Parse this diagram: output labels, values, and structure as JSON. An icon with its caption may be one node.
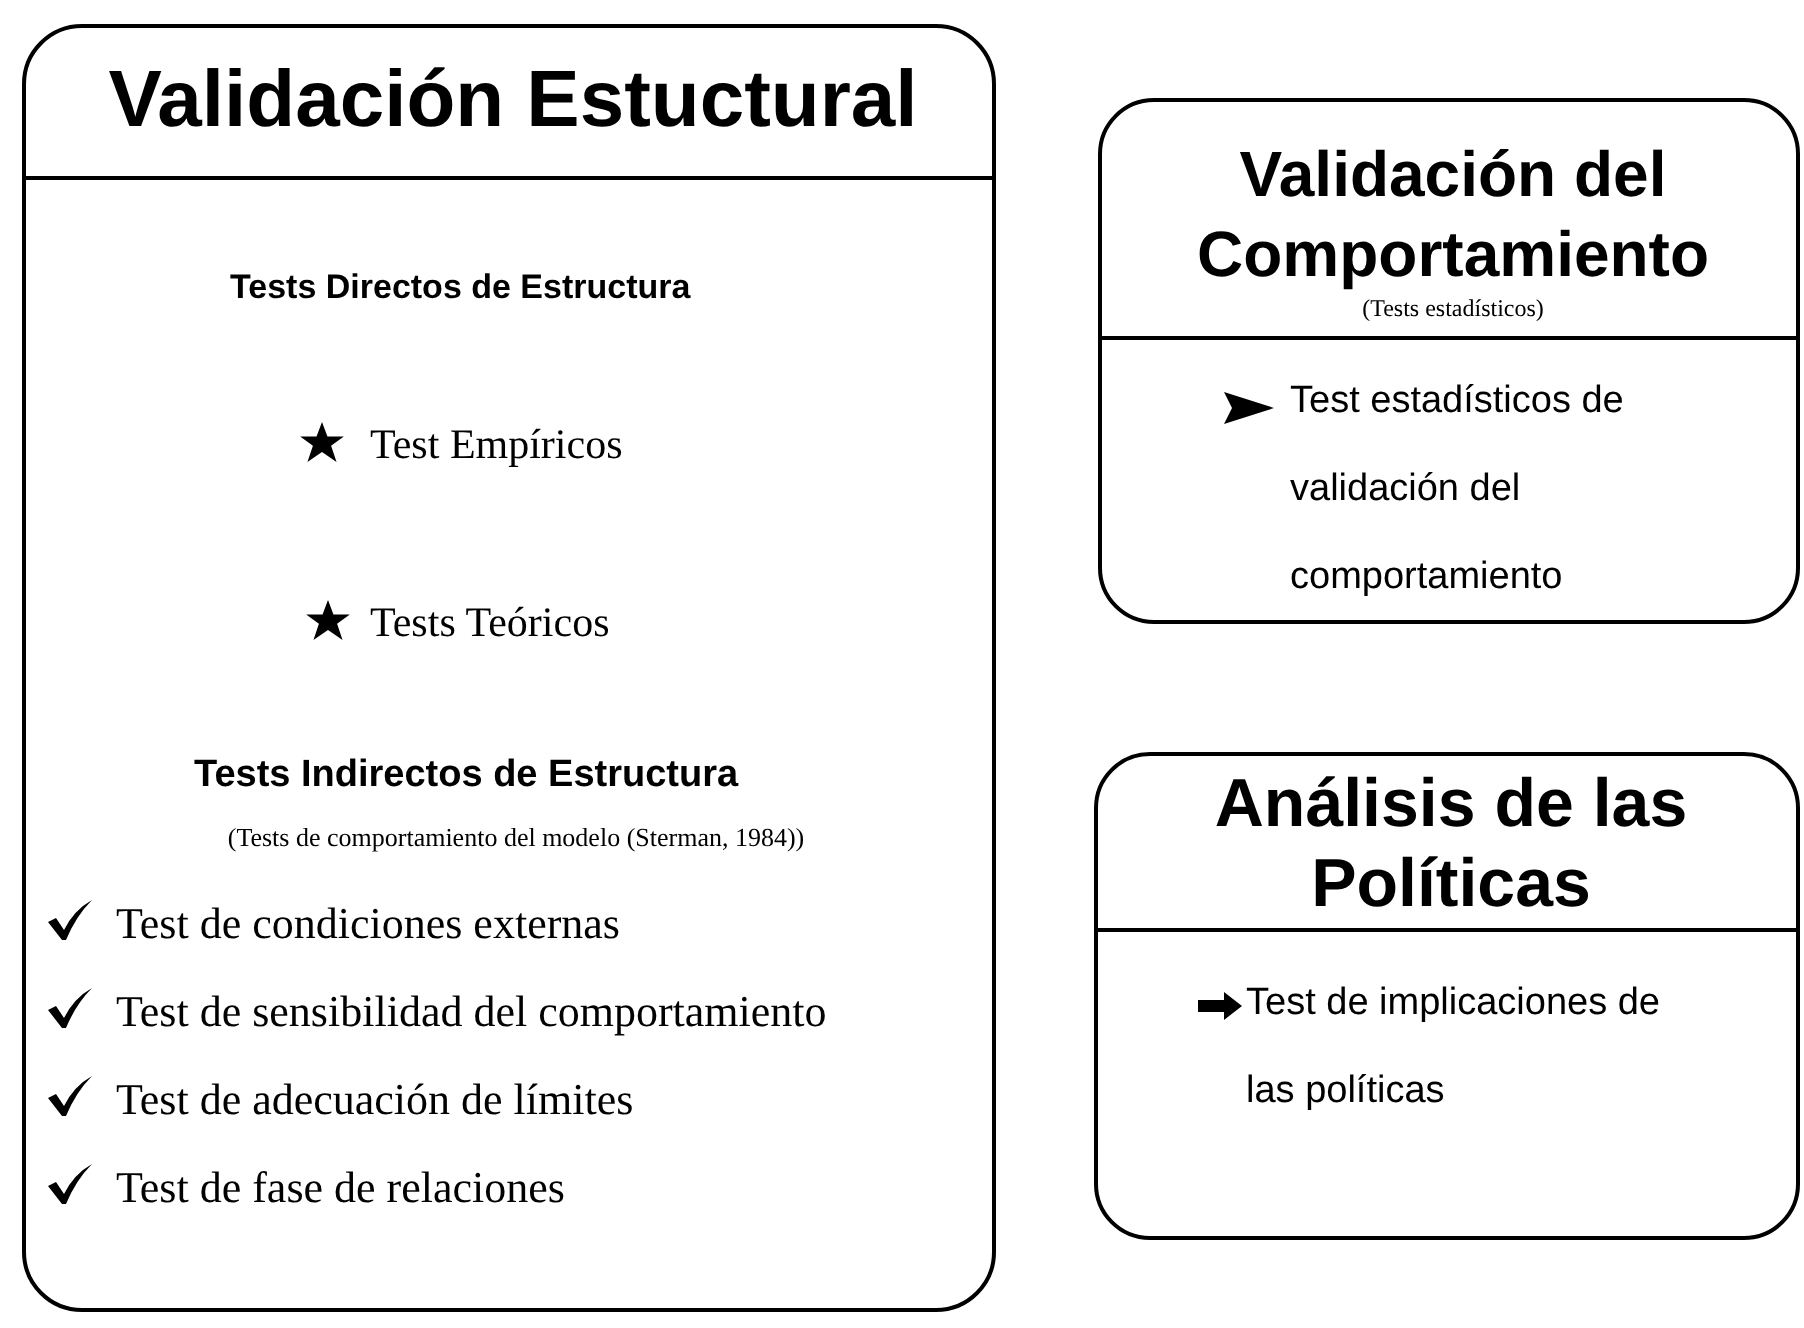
{
  "diagram": {
    "nodes": [
      {
        "text": [
          "Validación Estuctural",
          "Tests Directos de Estructura",
          "Test Empíricos",
          "Tests Teóricos",
          "Tests Indirectos de Estructura",
          "(Tests de comportamiento del modelo (Sterman, 1984))",
          "Test de condiciones externas",
          "Test de sensibilidad del comportamiento",
          "Test de adecuación de límites",
          "Test de fase de relaciones"
        ]
      },
      {
        "text": [
          "Validación del Comportamiento",
          "(Tests estadísticos)",
          "Test estadísticos de validación del comportamiento"
        ]
      },
      {
        "text": [
          "Análisis de las Políticas",
          "Test de implicaciones de las políticas"
        ]
      }
    ]
  }
}
